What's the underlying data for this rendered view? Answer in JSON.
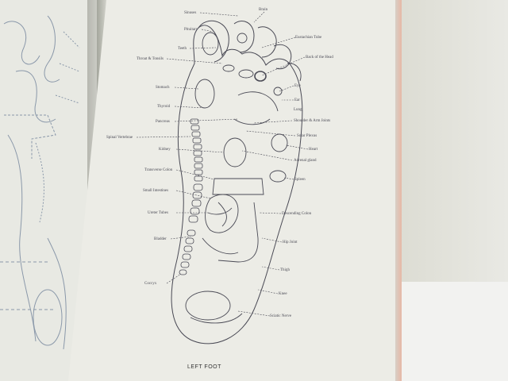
{
  "page": {
    "caption": "LEFT FOOT"
  },
  "labels": {
    "left": [
      {
        "id": "sinus",
        "text": "Sinuses"
      },
      {
        "id": "pituitary",
        "text": "Pituitary"
      },
      {
        "id": "teeth",
        "text": "Teeth"
      },
      {
        "id": "throat",
        "text": "Throat & Tonsils"
      },
      {
        "id": "stomach",
        "text": "Stomach"
      },
      {
        "id": "thyroid",
        "text": "Thyroid"
      },
      {
        "id": "pancreas",
        "text": "Pancreas"
      },
      {
        "id": "spine",
        "text": "Spinal Vertebrae"
      },
      {
        "id": "kidney",
        "text": "Kidney"
      },
      {
        "id": "transverse",
        "text": "Transverse Colon"
      },
      {
        "id": "small",
        "text": "Small Intestines"
      },
      {
        "id": "ureter",
        "text": "Ureter Tubes"
      },
      {
        "id": "bladder",
        "text": "Bladder"
      },
      {
        "id": "coccyx",
        "text": "Coccyx"
      }
    ],
    "right": [
      {
        "id": "brain",
        "text": "Brain"
      },
      {
        "id": "eustachian",
        "text": "Eustachian Tube"
      },
      {
        "id": "back-head",
        "text": "Back of the Head"
      },
      {
        "id": "eye",
        "text": "Eye"
      },
      {
        "id": "ear",
        "text": "Ear"
      },
      {
        "id": "lung",
        "text": "Lung"
      },
      {
        "id": "shoulder",
        "text": "Shoulder & Arm Joints"
      },
      {
        "id": "solar",
        "text": "Solar Plexus"
      },
      {
        "id": "heart",
        "text": "Heart"
      },
      {
        "id": "adrenal",
        "text": "Adrenal gland"
      },
      {
        "id": "spleen",
        "text": "Spleen"
      },
      {
        "id": "descending",
        "text": "Descending Colon"
      },
      {
        "id": "hip",
        "text": "Hip Joint"
      },
      {
        "id": "thigh",
        "text": "Thigh"
      },
      {
        "id": "knee",
        "text": "Knee"
      },
      {
        "id": "sciatic",
        "text": "Sciatic Nerve"
      }
    ]
  },
  "colors": {
    "ink": "#4a4a55",
    "paper": "#ecece6",
    "left_page": "#e8e9e3",
    "page_edge": "#e6b8a6"
  }
}
